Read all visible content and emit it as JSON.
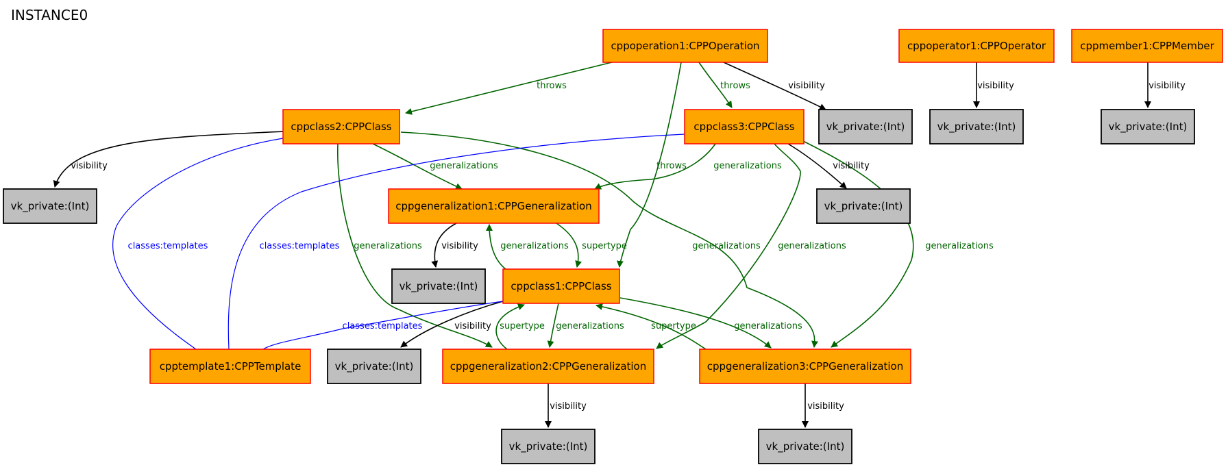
{
  "title": "INSTANCE0",
  "colors": {
    "object_fill": "#ffa500",
    "object_stroke": "#ff0000",
    "value_fill": "#bfbfbf",
    "value_stroke": "#000000",
    "edge_black": "#000000",
    "edge_green": "#006400",
    "edge_blue": "#0000ff"
  },
  "nodes": [
    {
      "id": "cppoperation1",
      "label": "cppoperation1:CPPOperation",
      "kind": "object"
    },
    {
      "id": "cppoperator1",
      "label": "cppoperator1:CPPOperator",
      "kind": "object"
    },
    {
      "id": "cppmember1",
      "label": "cppmember1:CPPMember",
      "kind": "object"
    },
    {
      "id": "cppclass2",
      "label": "cppclass2:CPPClass",
      "kind": "object"
    },
    {
      "id": "cppclass3",
      "label": "cppclass3:CPPClass",
      "kind": "object"
    },
    {
      "id": "cppgeneralization1",
      "label": "cppgeneralization1:CPPGeneralization",
      "kind": "object"
    },
    {
      "id": "cppclass1",
      "label": "cppclass1:CPPClass",
      "kind": "object"
    },
    {
      "id": "cpptemplate1",
      "label": "cpptemplate1:CPPTemplate",
      "kind": "object"
    },
    {
      "id": "cppgeneralization2",
      "label": "cppgeneralization2:CPPGeneralization",
      "kind": "object"
    },
    {
      "id": "cppgeneralization3",
      "label": "cppgeneralization3:CPPGeneralization",
      "kind": "object"
    },
    {
      "id": "vk_op",
      "label": "vk_private:(Int)",
      "kind": "value"
    },
    {
      "id": "vk_opr",
      "label": "vk_private:(Int)",
      "kind": "value"
    },
    {
      "id": "vk_mem",
      "label": "vk_private:(Int)",
      "kind": "value"
    },
    {
      "id": "vk_c2",
      "label": "vk_private:(Int)",
      "kind": "value"
    },
    {
      "id": "vk_c3",
      "label": "vk_private:(Int)",
      "kind": "value"
    },
    {
      "id": "vk_g1",
      "label": "vk_private:(Int)",
      "kind": "value"
    },
    {
      "id": "vk_c1",
      "label": "vk_private:(Int)",
      "kind": "value"
    },
    {
      "id": "vk_g2",
      "label": "vk_private:(Int)",
      "kind": "value"
    },
    {
      "id": "vk_g3",
      "label": "vk_private:(Int)",
      "kind": "value"
    }
  ],
  "edges": [
    {
      "from": "cppoperation1",
      "to": "cppclass2",
      "label": "throws",
      "color": "green"
    },
    {
      "from": "cppoperation1",
      "to": "cppclass3",
      "label": "throws",
      "color": "green"
    },
    {
      "from": "cppoperation1",
      "to": "cppclass1",
      "label": "throws",
      "color": "green"
    },
    {
      "from": "cppoperation1",
      "to": "vk_op",
      "label": "visibility",
      "color": "black"
    },
    {
      "from": "cppoperator1",
      "to": "vk_opr",
      "label": "visibility",
      "color": "black"
    },
    {
      "from": "cppmember1",
      "to": "vk_mem",
      "label": "visibility",
      "color": "black"
    },
    {
      "from": "cppclass2",
      "to": "vk_c2",
      "label": "visibility",
      "color": "black"
    },
    {
      "from": "cppclass2",
      "to": "cppgeneralization1",
      "label": "generalizations",
      "color": "green"
    },
    {
      "from": "cppclass2",
      "to": "cppgeneralization2",
      "label": "generalizations",
      "color": "green"
    },
    {
      "from": "cppclass2",
      "to": "cppgeneralization3",
      "label": "generalizations",
      "color": "green"
    },
    {
      "from": "cppclass2",
      "to": "cpptemplate1",
      "label": "classes:templates",
      "color": "blue"
    },
    {
      "from": "cppclass3",
      "to": "cppgeneralization1",
      "label": "generalizations",
      "color": "green"
    },
    {
      "from": "cppclass3",
      "to": "cppgeneralization2",
      "label": "generalizations",
      "color": "green"
    },
    {
      "from": "cppclass3",
      "to": "cppgeneralization3",
      "label": "generalizations",
      "color": "green"
    },
    {
      "from": "cppclass3",
      "to": "vk_c3",
      "label": "visibility",
      "color": "black"
    },
    {
      "from": "cppclass3",
      "to": "cpptemplate1",
      "label": "classes:templates",
      "color": "blue"
    },
    {
      "from": "cppgeneralization1",
      "to": "vk_g1",
      "label": "visibility",
      "color": "black"
    },
    {
      "from": "cppgeneralization1",
      "to": "cppclass1",
      "label": "supertype",
      "color": "green"
    },
    {
      "from": "cppclass1",
      "to": "cppgeneralization1",
      "label": "generalizations",
      "color": "green"
    },
    {
      "from": "cppclass1",
      "to": "cppgeneralization2",
      "label": "generalizations",
      "color": "green"
    },
    {
      "from": "cppclass1",
      "to": "cppgeneralization3",
      "label": "generalizations",
      "color": "green"
    },
    {
      "from": "cppclass1",
      "to": "vk_c1",
      "label": "visibility",
      "color": "black"
    },
    {
      "from": "cppclass1",
      "to": "cpptemplate1",
      "label": "classes:templates",
      "color": "blue"
    },
    {
      "from": "cppgeneralization2",
      "to": "cppclass1",
      "label": "supertype",
      "color": "green"
    },
    {
      "from": "cppgeneralization3",
      "to": "cppclass1",
      "label": "supertype",
      "color": "green"
    },
    {
      "from": "cppgeneralization2",
      "to": "vk_g2",
      "label": "visibility",
      "color": "black"
    },
    {
      "from": "cppgeneralization3",
      "to": "vk_g3",
      "label": "visibility",
      "color": "black"
    }
  ]
}
